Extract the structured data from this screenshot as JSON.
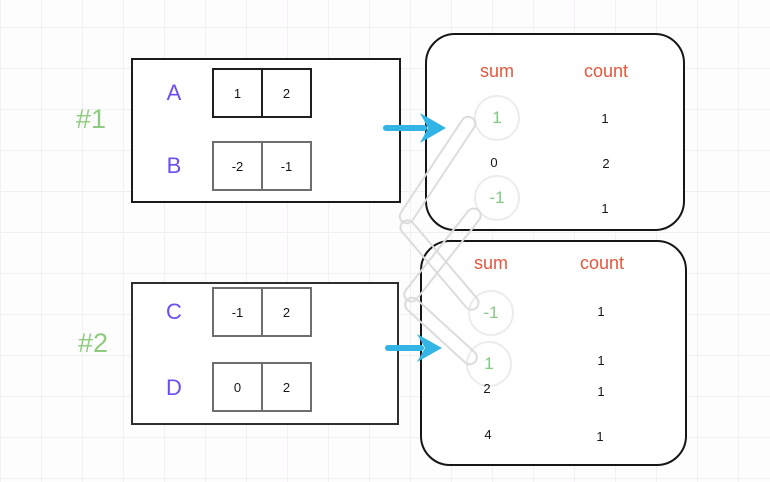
{
  "examples": [
    {
      "id": "#1",
      "arrays": [
        {
          "name": "A",
          "cells": [
            "1",
            "2"
          ]
        },
        {
          "name": "B",
          "cells": [
            "-2",
            "-1"
          ]
        }
      ],
      "result_table": {
        "headers": {
          "sum": "sum",
          "count": "count"
        },
        "rows": [
          {
            "sum": "1",
            "count": "1",
            "circled": true
          },
          {
            "sum": "0",
            "count": "2",
            "circled": false
          },
          {
            "sum": "-1",
            "count": "1",
            "circled": true
          }
        ]
      }
    },
    {
      "id": "#2",
      "arrays": [
        {
          "name": "C",
          "cells": [
            "-1",
            "2"
          ]
        },
        {
          "name": "D",
          "cells": [
            "0",
            "2"
          ]
        }
      ],
      "result_table": {
        "headers": {
          "sum": "sum",
          "count": "count"
        },
        "rows": [
          {
            "sum": "-1",
            "count": "1",
            "circled": true
          },
          {
            "sum": "1",
            "count": "1",
            "circled": true
          },
          {
            "sum": "2",
            "count": "1",
            "circled": false
          },
          {
            "sum": "4",
            "count": "1",
            "circled": false
          }
        ]
      }
    }
  ],
  "connections": [
    {
      "from": {
        "example": "#1",
        "sum": "1"
      },
      "to": {
        "example": "#2",
        "sum": "-1"
      }
    },
    {
      "from": {
        "example": "#1",
        "sum": "-1"
      },
      "to": {
        "example": "#2",
        "sum": "1"
      }
    }
  ],
  "colors": {
    "label_purple": "#6d4ded",
    "example_green": "#8ecb7f",
    "circled_green": "#82c883",
    "header_orange": "#e4573e",
    "arrow_cyan": "#32b4e4",
    "connector_gray": "#dcdcdc",
    "circle_outline_gray": "#ececec"
  }
}
